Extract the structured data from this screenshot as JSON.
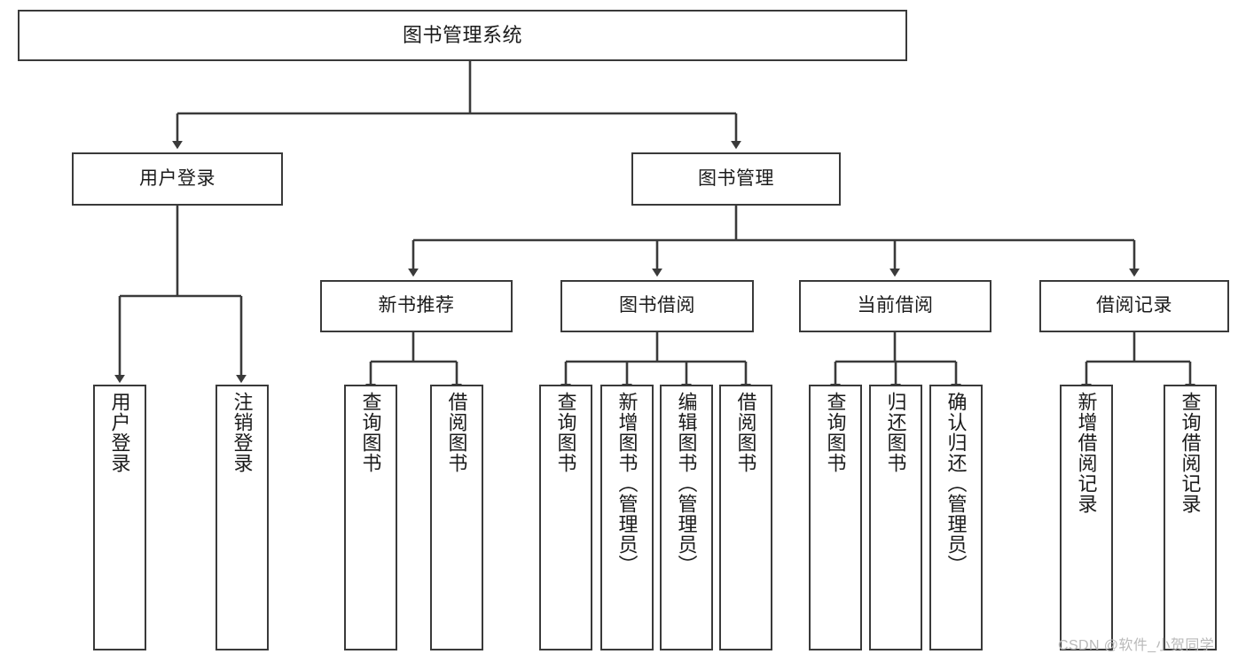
{
  "diagram": {
    "title": "图书管理系统",
    "type": "tree-hierarchy-chart",
    "watermark": "CSDN @软件_小贺同学",
    "colors": {
      "stroke": "#3a3a3a",
      "fill": "#ffffff",
      "text": "#1b1b1b",
      "watermark": "#b9b9b9"
    },
    "nodes": {
      "root": {
        "label": "图书管理系统"
      },
      "level2": [
        {
          "id": "user-login",
          "label": "用户登录"
        },
        {
          "id": "book-manage",
          "label": "图书管理"
        }
      ],
      "level3": [
        {
          "id": "new-book-recommend",
          "label": "新书推荐"
        },
        {
          "id": "book-borrow",
          "label": "图书借阅"
        },
        {
          "id": "current-borrow",
          "label": "当前借阅"
        },
        {
          "id": "borrow-record",
          "label": "借阅记录"
        }
      ],
      "leaves": {
        "user-login": [
          {
            "id": "leaf-user-login",
            "label": "用户登录"
          },
          {
            "id": "leaf-logout-login",
            "label": "注销登录"
          }
        ],
        "new-book-recommend": [
          {
            "id": "leaf-query-book-1",
            "label": "查询图书"
          },
          {
            "id": "leaf-borrow-book-1",
            "label": "借阅图书"
          }
        ],
        "book-borrow": [
          {
            "id": "leaf-query-book-2",
            "label": "查询图书"
          },
          {
            "id": "leaf-add-book",
            "label": "新增图书（管理员）"
          },
          {
            "id": "leaf-edit-book",
            "label": "编辑图书（管理员）"
          },
          {
            "id": "leaf-borrow-book-2",
            "label": "借阅图书"
          }
        ],
        "current-borrow": [
          {
            "id": "leaf-query-book-3",
            "label": "查询图书"
          },
          {
            "id": "leaf-return-book",
            "label": "归还图书"
          },
          {
            "id": "leaf-confirm-return",
            "label": "确认归还（管理员）"
          }
        ],
        "borrow-record": [
          {
            "id": "leaf-add-record",
            "label": "新增借阅记录"
          },
          {
            "id": "leaf-query-record",
            "label": "查询借阅记录"
          }
        ]
      }
    }
  }
}
